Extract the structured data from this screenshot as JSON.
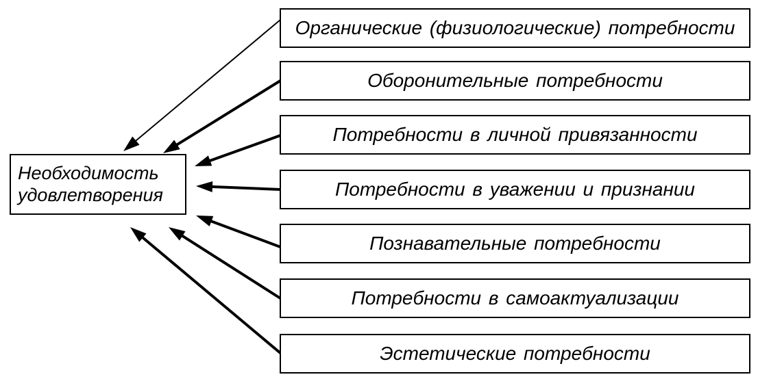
{
  "center": {
    "line1": "Необходимость",
    "line2": "удовлетворения"
  },
  "needs": [
    "Органические (физиологические) потребности",
    "Оборонительные потребности",
    "Потребности в личной привязанности",
    "Потребности в уважении и признании",
    "Познавательные потребности",
    "Потребности в самоактуализации",
    "Эстетические потребности"
  ],
  "colors": {
    "line": "#000000",
    "background": "#ffffff"
  }
}
